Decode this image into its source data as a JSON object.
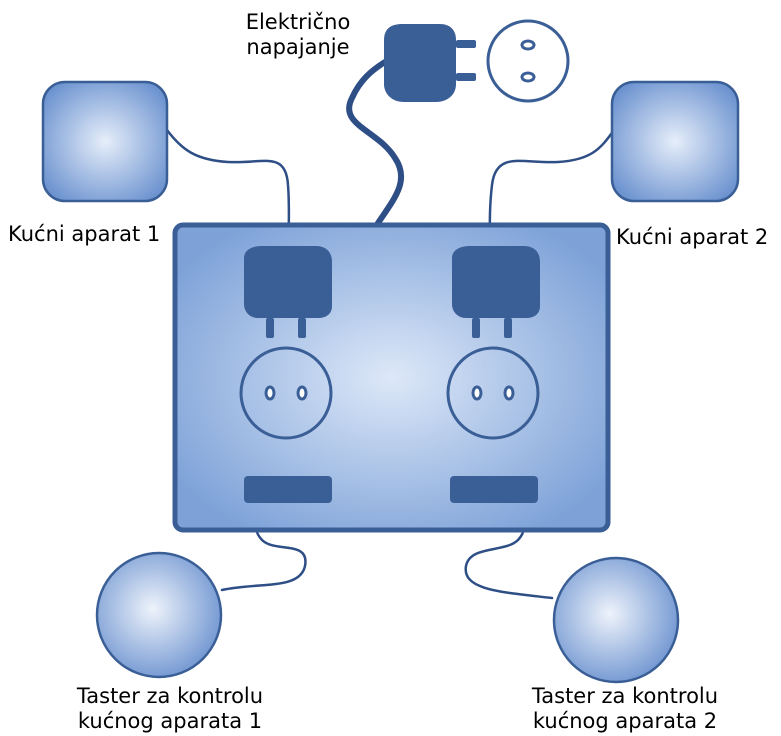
{
  "colors": {
    "dark_blue": "#3a5e96",
    "light_blue": "#dde8f8",
    "mid_blue": "#7ea2d8",
    "cable": "#2e4e86"
  },
  "labels": {
    "power_supply": [
      "Električno",
      "napajanje"
    ],
    "appliance_1": "Kućni aparat 1",
    "appliance_2": "Kućni aparat 2",
    "button_1": [
      "Taster za kontrolu",
      "kućnog aparata 1"
    ],
    "button_2": [
      "Taster za kontrolu",
      "kućnog aparata 2"
    ]
  },
  "icons": {
    "plug": "power-plug-icon",
    "socket": "wall-socket-icon",
    "appliance": "appliance-box",
    "button": "round-control-button",
    "control_slot": "button-connector-slot"
  }
}
